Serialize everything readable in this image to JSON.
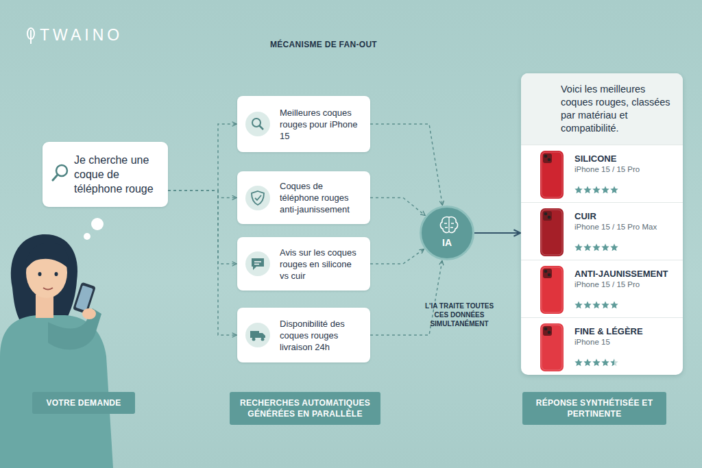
{
  "diagram": {
    "nodes": [
      {
        "text": [
          "Je cherche une coque de téléphone rouge"
        ]
      },
      {
        "text": [
          "Meilleures coques rouges pour iPhone 15"
        ]
      },
      {
        "text": [
          "Coques de téléphone rouges anti-jaunissement"
        ]
      },
      {
        "text": [
          "Avis sur les coques rouges en silicone vs cuir"
        ]
      },
      {
        "text": [
          "Disponibilité des coques rouges livraison 24h"
        ]
      },
      {
        "text": [
          "IA"
        ]
      },
      {
        "text": [
          "Voici les meilleures coques rouges, classées par matériau et compatibilité."
        ]
      },
      {
        "text": [
          "SILICONE",
          "iPhone 15 / 15 Pro"
        ],
        "in": 6
      },
      {
        "text": [
          "CUIR",
          "iPhone 15 / 15 Pro Max"
        ],
        "in": 6
      },
      {
        "text": [
          "ANTI-JAUNISSEMENT",
          "iPhone 15 / 15 Pro"
        ],
        "in": 6
      },
      {
        "text": [
          "FINE & LÉGÈRE",
          "iPhone 15"
        ],
        "in": 6
      },
      {
        "text": [
          "VOTRE DEMANDE"
        ]
      },
      {
        "text": [
          "RECHERCHES AUTOMATIQUES GÉNÉRÉES EN PARALLÈLE"
        ]
      },
      {
        "text": [
          "RÉPONSE SYNTHÉTISÉE ET PERTINENTE"
        ]
      }
    ],
    "edges": [
      {
        "from": 0,
        "to": 1,
        "arrow": "to"
      },
      {
        "from": 0,
        "to": 2,
        "arrow": "to"
      },
      {
        "from": 0,
        "to": 3,
        "arrow": "to"
      },
      {
        "from": 0,
        "to": 4,
        "arrow": "to"
      },
      {
        "from": 1,
        "to": 5,
        "arrow": "to"
      },
      {
        "from": 2,
        "to": 5,
        "arrow": "to"
      },
      {
        "from": 3,
        "to": 5,
        "arrow": "to"
      },
      {
        "from": 4,
        "to": 5,
        "arrow": "to"
      },
      {
        "from": 5,
        "to": 6,
        "arrow": "to"
      }
    ],
    "labels": [
      "TWAINO",
      "MÉCANISME DE FAN-OUT",
      "L'IA TRAITE TOUTES CES DONNÉES SIMULTANÉMENT"
    ]
  }
}
